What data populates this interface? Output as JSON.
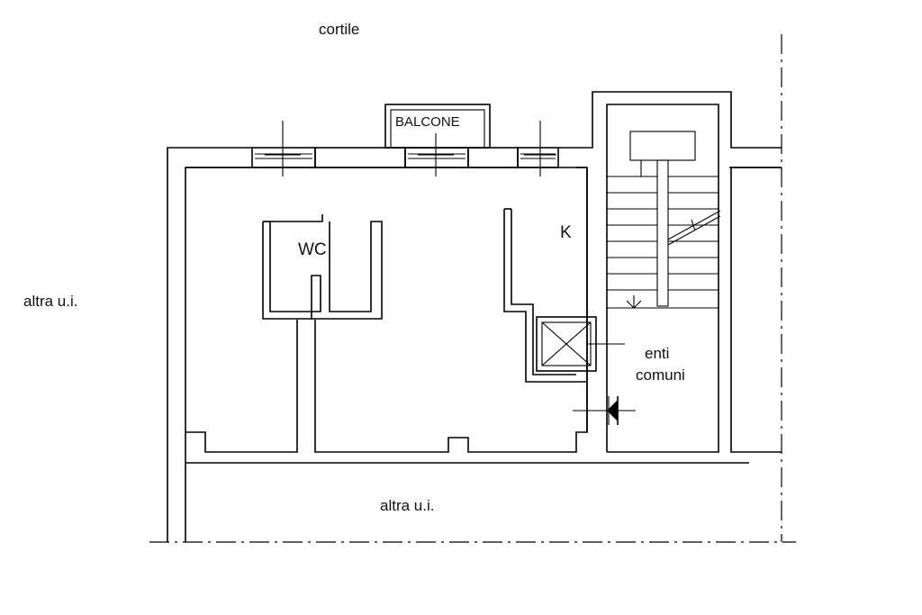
{
  "labels": {
    "courtyard": "cortile",
    "balcony": "BALCONE",
    "other_unit_left": "altra u.i.",
    "other_unit_bottom": "altra u.i.",
    "wc": "WC",
    "kitchen": "K",
    "common_areas_line1": "enti",
    "common_areas_line2": "comuni"
  }
}
